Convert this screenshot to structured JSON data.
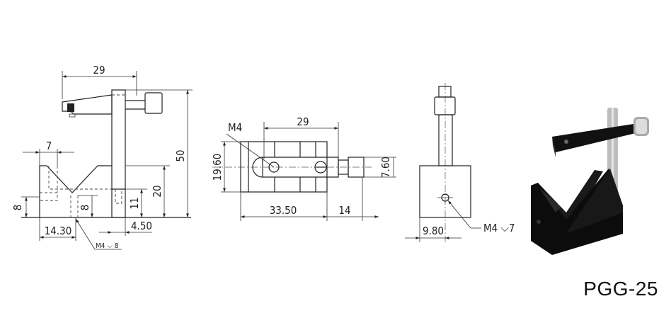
{
  "front_view": {
    "dims": {
      "width_top": "29",
      "height_total": "50",
      "block_height": "20",
      "post_depth": "11",
      "v_flat": "7",
      "hole_height_left": "8",
      "hole_depth_mid": "8",
      "hole_offset": "14.30",
      "post_offset": "4.50"
    },
    "callout": "M4 ⌵ 8"
  },
  "top_view": {
    "dims": {
      "arm_length": "29",
      "block_width": "19.60",
      "arm_width": "7.60",
      "block_length": "33.50",
      "knob_extension": "14"
    },
    "callout": "M4"
  },
  "side_view": {
    "dims": {
      "hole_offset": "9.80"
    },
    "callout": "M4 ⌵7"
  },
  "model": "PGG-25",
  "colors": {
    "line": "#222222",
    "product_body": "#111111",
    "rod": "#b8b8b8"
  }
}
